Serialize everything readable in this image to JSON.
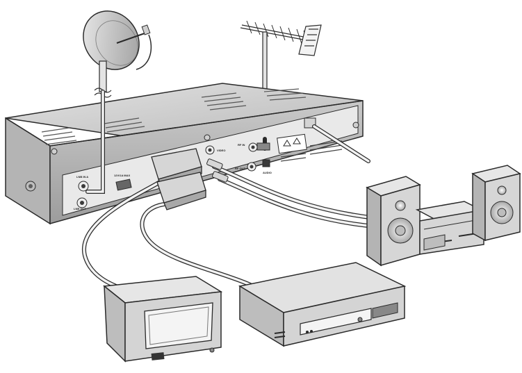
{
  "colors": {
    "background": "#ffffff",
    "outline": "#2a2a2a",
    "body_light": "#d9d9d9",
    "body_mid": "#bdbdbd",
    "body_dark": "#8f8f8f",
    "panel": "#ececec",
    "cable_fill": "#f2f2f2"
  },
  "receiver": {
    "jacks": {
      "lnb_in": "LNB IN A",
      "lnb_out": "LNB OUT",
      "power": "12V/1A MAX",
      "video": "VIDEO",
      "rf_in": "RF IN",
      "rf_out": "RF OUT",
      "audio": "AUDIO"
    }
  },
  "icons": [
    "satellite-dish-icon",
    "antenna-icon",
    "receiver-icon",
    "tv-icon",
    "vcr-icon",
    "hifi-system-icon"
  ]
}
